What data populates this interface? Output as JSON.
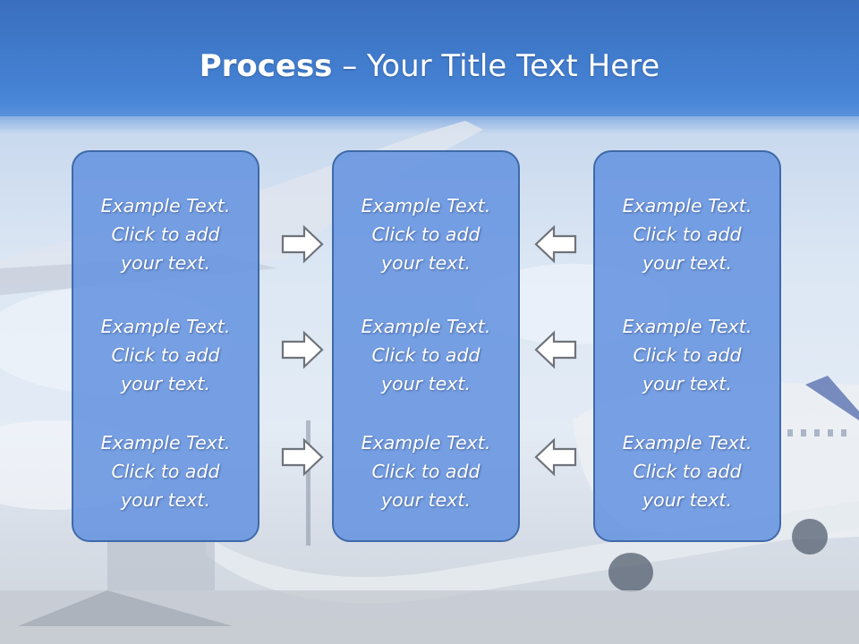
{
  "slide": {
    "title_bold": "Process",
    "title_rest": " – Your Title Text Here"
  },
  "columns": [
    {
      "blocks": [
        "Example Text.\nClick  to add\nyour text.",
        "Example Text.\nClick  to add\nyour text.",
        "Example Text.\nClick  to add\nyour text."
      ]
    },
    {
      "blocks": [
        "Example Text.\nClick  to add\nyour text.",
        "Example Text.\nClick  to add\nyour text.",
        "Example Text.\nClick  to add\nyour text."
      ]
    },
    {
      "blocks": [
        "Example Text.\nClick  to add\nyour text.",
        "Example Text.\nClick  to add\nyour text.",
        "Example Text.\nClick  to add\nyour text."
      ]
    }
  ],
  "icons": {
    "left_arrows": "right-arrow-icon",
    "right_arrows": "left-arrow-icon"
  },
  "colors": {
    "header": "#3a6fbe",
    "box_fill": "#6694e0",
    "box_border": "#3f6aa8",
    "text": "#ffffff"
  }
}
